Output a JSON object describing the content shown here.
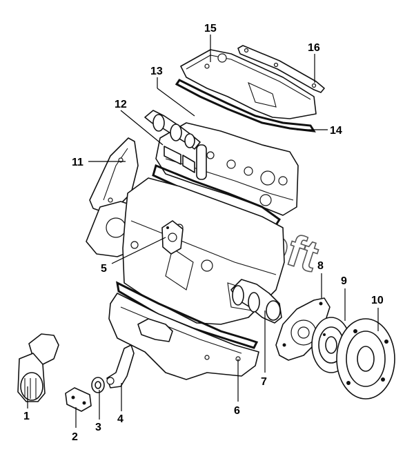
{
  "diagram": {
    "watermark": "AutoSoft",
    "callouts": [
      {
        "id": "c1",
        "label": "1"
      },
      {
        "id": "c2",
        "label": "2"
      },
      {
        "id": "c3",
        "label": "3"
      },
      {
        "id": "c4",
        "label": "4"
      },
      {
        "id": "c5",
        "label": "5"
      },
      {
        "id": "c6",
        "label": "6"
      },
      {
        "id": "c7",
        "label": "7"
      },
      {
        "id": "c8",
        "label": "8"
      },
      {
        "id": "c9",
        "label": "9"
      },
      {
        "id": "c10",
        "label": "10"
      },
      {
        "id": "c11",
        "label": "11"
      },
      {
        "id": "c12",
        "label": "12"
      },
      {
        "id": "c13",
        "label": "13"
      },
      {
        "id": "c14",
        "label": "14"
      },
      {
        "id": "c15",
        "label": "15"
      },
      {
        "id": "c16",
        "label": "16"
      }
    ]
  },
  "colors": {
    "line": "#111111",
    "background": "#ffffff"
  }
}
